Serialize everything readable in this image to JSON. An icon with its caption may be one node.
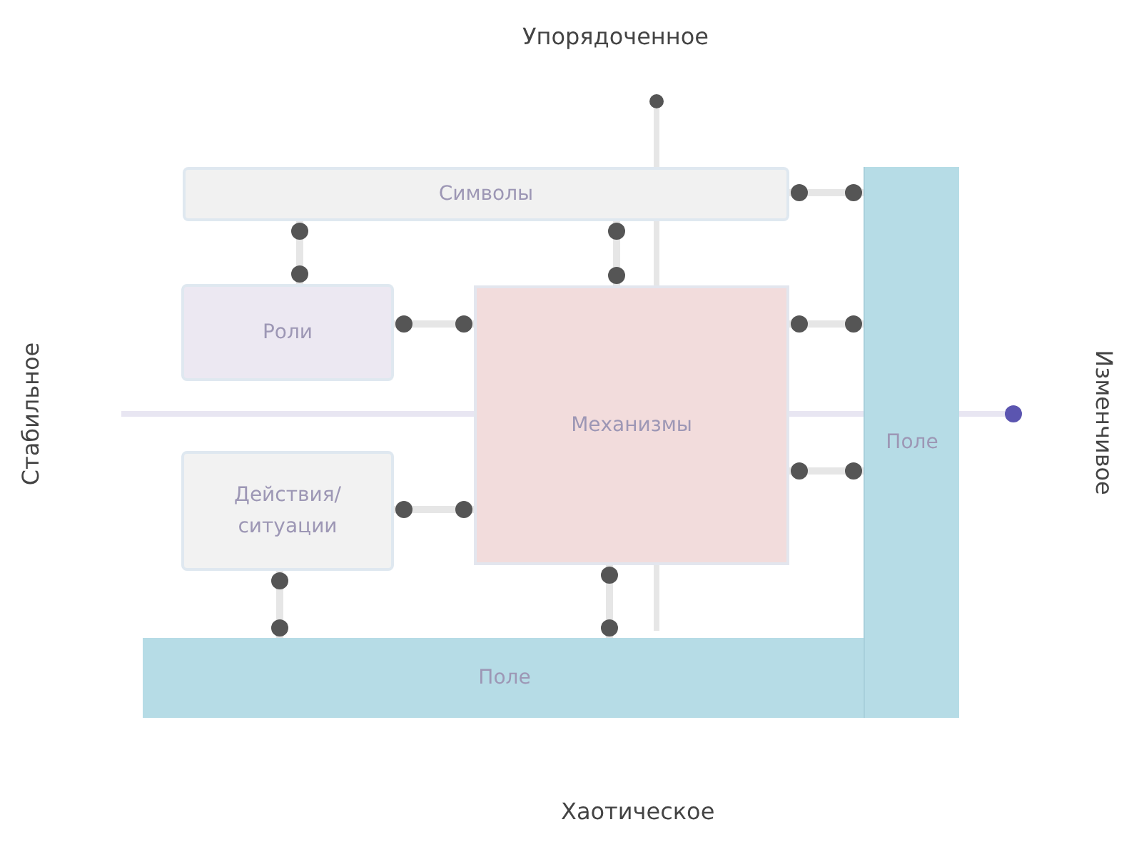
{
  "diagram": {
    "nodes": [
      {
        "text": [
          "Символы"
        ]
      },
      {
        "text": [
          "Роли"
        ]
      },
      {
        "text": [
          "Действия/ ситуации"
        ]
      },
      {
        "text": [
          "Механизмы"
        ]
      },
      {
        "text": [
          "Поле"
        ]
      },
      {
        "text": [
          "Поле"
        ]
      }
    ],
    "edges": [
      {
        "from": 0,
        "to": 1,
        "arrow": "other"
      },
      {
        "from": 0,
        "to": 3,
        "arrow": "other"
      },
      {
        "from": 0,
        "to": 5,
        "arrow": "other"
      },
      {
        "from": 1,
        "to": 3,
        "arrow": "other"
      },
      {
        "from": 2,
        "to": 3,
        "arrow": "other"
      },
      {
        "from": 3,
        "to": 5,
        "arrow": "other"
      },
      {
        "from": 3,
        "to": 5,
        "arrow": "other"
      },
      {
        "from": 2,
        "to": 4,
        "arrow": "other"
      },
      {
        "from": 3,
        "to": 4,
        "arrow": "other"
      }
    ],
    "labels": [
      "Упорядоченное",
      "Стабильное",
      "Изменчивое",
      "Хаотическое"
    ]
  }
}
